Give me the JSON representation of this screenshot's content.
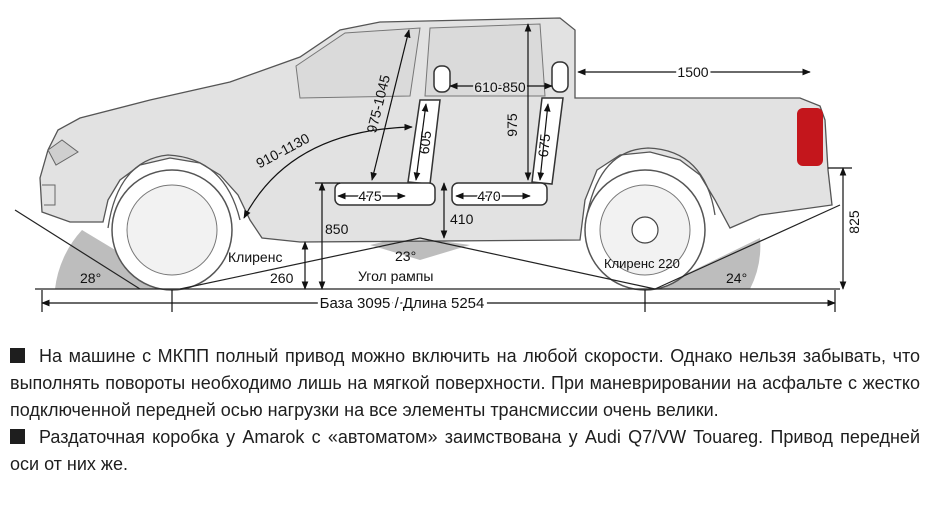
{
  "diagram": {
    "labels": {
      "seat_height_front": "975-1045",
      "dash_to_seat": "910-1130",
      "seat_back_front": "605",
      "seat_cushion_front": "475",
      "seat_gap": "610-850",
      "rear_headroom": "975",
      "seat_back_rear": "675",
      "seat_cushion_rear": "470",
      "floor_height_rear": "410",
      "front_hip_height": "850",
      "bed_length": "1500",
      "tailgate_height": "825",
      "clearance_front_label": "Клиренс",
      "clearance_front_value": "260",
      "ramp_angle_value": "23°",
      "ramp_angle_label": "Угол рампы",
      "clearance_rear": "Клиренс 220",
      "approach_angle": "28°",
      "departure_angle": "24°",
      "wheelbase_length": "База 3095 / Длина 5254"
    }
  },
  "notes": [
    "На машине с МКПП полный привод можно включить на любой скорости. Однако нельзя забывать, что выполнять повороты необходимо лишь на мягкой поверхности. При маневрировании на асфальте с жестко подключенной передней осью нагрузки на все элементы трансмиссии очень велики.",
    "Раздаточная коробка у Amarok с «автоматом» заимствована у Audi Q7/VW Touareg. Привод передней оси от них же."
  ]
}
